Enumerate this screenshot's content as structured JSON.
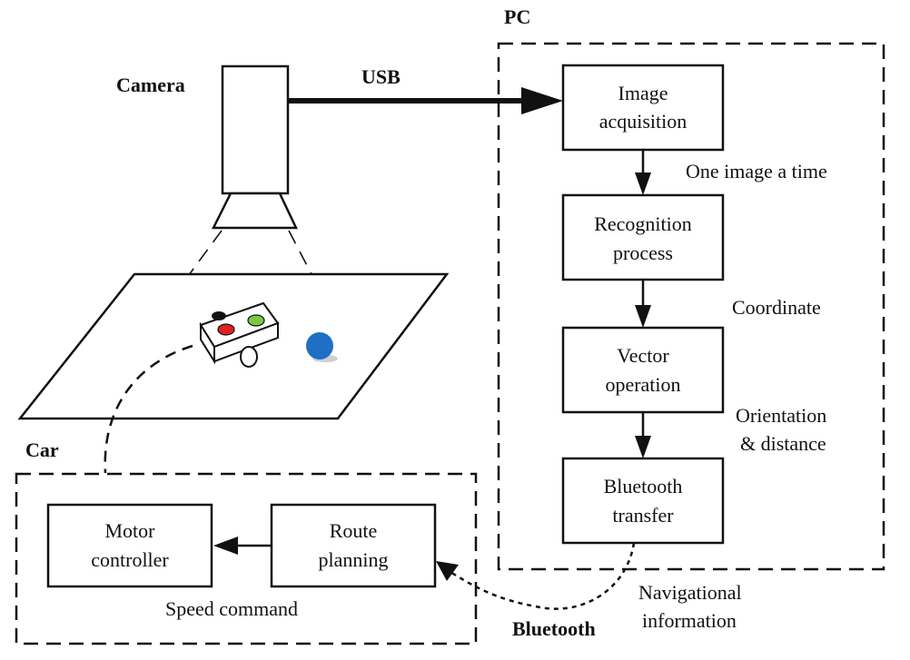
{
  "labels": {
    "camera": "Camera",
    "usb": "USB",
    "pc": "PC",
    "car": "Car",
    "bluetooth": "Bluetooth",
    "one_image": "One image a time",
    "coordinate": "Coordinate",
    "orientation_1": "Orientation",
    "orientation_2": "& distance",
    "navigational_1": "Navigational",
    "navigational_2": "information",
    "speed_command": "Speed command"
  },
  "boxes": {
    "image_acquisition": [
      "Image",
      "acquisition"
    ],
    "recognition_process": [
      "Recognition",
      "process"
    ],
    "vector_operation": [
      "Vector",
      "operation"
    ],
    "bluetooth_transfer": [
      "Bluetooth",
      "transfer"
    ],
    "route_planning": [
      "Route",
      "planning"
    ],
    "motor_controller": [
      "Motor",
      "controller"
    ]
  },
  "colors": {
    "ink": "#111111",
    "led_red": "#e02020",
    "led_green": "#7ac943",
    "ball_blue": "#1f6fc6"
  }
}
